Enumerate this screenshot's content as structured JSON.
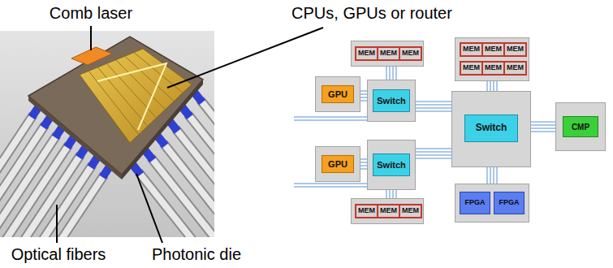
{
  "diagram": {
    "nodes": [
      {
        "text": []
      },
      {
        "text": [
          "MEM"
        ],
        "in": 0
      },
      {
        "text": [
          "MEM"
        ],
        "in": 0
      },
      {
        "text": [
          "MEM"
        ],
        "in": 0
      },
      {
        "text": []
      },
      {
        "text": [
          "GPU"
        ],
        "in": 4
      },
      {
        "text": []
      },
      {
        "text": [
          "Switch"
        ],
        "in": 6
      },
      {
        "text": []
      },
      {
        "text": [
          "MEM"
        ],
        "in": 8
      },
      {
        "text": [
          "MEM"
        ],
        "in": 8
      },
      {
        "text": [
          "MEM"
        ],
        "in": 8
      },
      {
        "text": [
          "MEM"
        ],
        "in": 8
      },
      {
        "text": [
          "MEM"
        ],
        "in": 8
      },
      {
        "text": [
          "MEM"
        ],
        "in": 8
      },
      {
        "text": []
      },
      {
        "text": [
          "Switch"
        ],
        "in": 15
      },
      {
        "text": []
      },
      {
        "text": [
          "CMP"
        ],
        "in": 17
      },
      {
        "text": []
      },
      {
        "text": [
          "GPU"
        ],
        "in": 19
      },
      {
        "text": []
      },
      {
        "text": [
          "Switch"
        ],
        "in": 21
      },
      {
        "text": []
      },
      {
        "text": [
          "MEM"
        ],
        "in": 23
      },
      {
        "text": [
          "MEM"
        ],
        "in": 23
      },
      {
        "text": [
          "MEM"
        ],
        "in": 23
      },
      {
        "text": []
      },
      {
        "text": [
          "FPGA"
        ],
        "in": 27
      },
      {
        "text": [
          "FPGA"
        ],
        "in": 27
      }
    ],
    "edges": [
      {
        "from": 4,
        "to": 6,
        "arrow": "none"
      },
      {
        "from": 0,
        "to": 6,
        "arrow": "none"
      },
      {
        "from": 6,
        "to": 15,
        "arrow": "none"
      },
      {
        "from": 8,
        "to": 15,
        "arrow": "none"
      },
      {
        "from": 15,
        "to": 17,
        "arrow": "none"
      },
      {
        "from": 15,
        "to": 27,
        "arrow": "none"
      },
      {
        "from": 21,
        "to": 15,
        "arrow": "none"
      },
      {
        "from": 19,
        "to": 21,
        "arrow": "none"
      },
      {
        "from": 21,
        "to": 23,
        "arrow": "none"
      }
    ],
    "labels": [
      "Comb laser",
      "CPUs, GPUs or router",
      "Optical fibers",
      "Photonic die"
    ]
  }
}
